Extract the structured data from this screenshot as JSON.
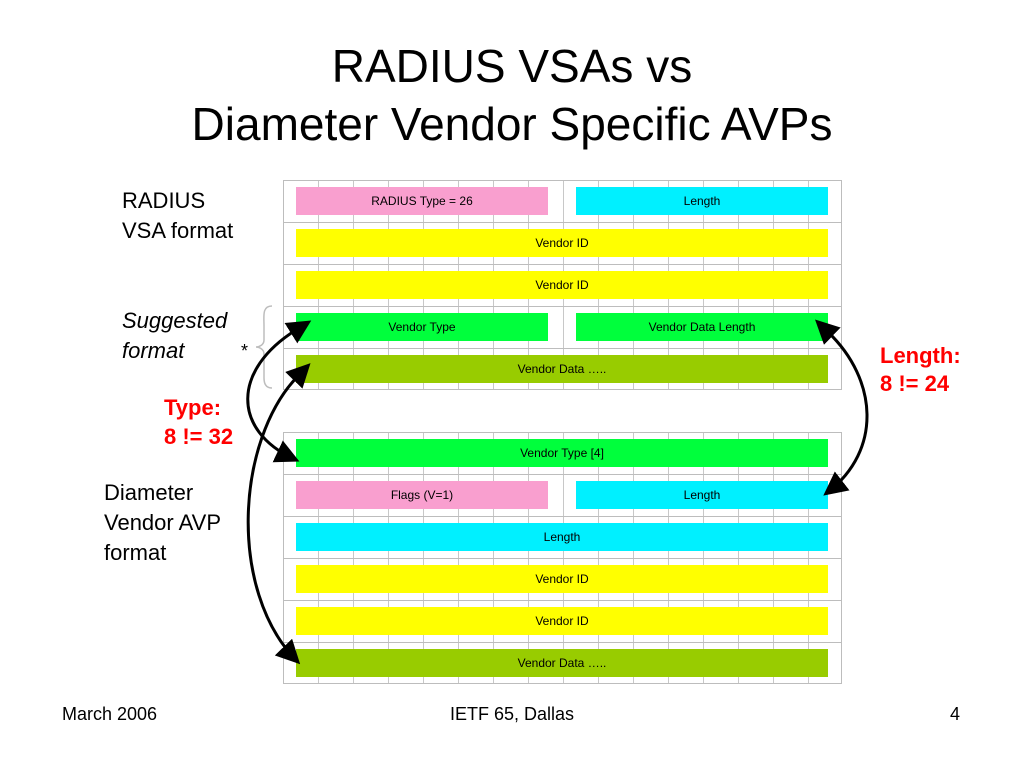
{
  "title": {
    "line1": "RADIUS VSAs vs",
    "line2": "Diameter Vendor Specific AVPs"
  },
  "labels": {
    "radius_line1": "RADIUS",
    "radius_line2": "VSA format",
    "suggested_line1": "Suggested",
    "suggested_line2": "format",
    "asterisk": "*",
    "diameter_line1": "Diameter",
    "diameter_line2": "Vendor AVP",
    "diameter_line3": "format"
  },
  "annotations": {
    "type_line1": "Type:",
    "type_line2": "8 != 32",
    "length_line1": "Length:",
    "length_line2": "8 != 24"
  },
  "radius_fields": {
    "type": "RADIUS Type = 26",
    "length": "Length",
    "vendor_id_1": "Vendor ID",
    "vendor_id_2": "Vendor ID",
    "vendor_type": "Vendor Type",
    "vendor_data_length": "Vendor Data Length",
    "vendor_data": "Vendor Data ….."
  },
  "diameter_fields": {
    "vendor_type": "Vendor Type [4]",
    "flags": "Flags (V=1)",
    "length_short": "Length",
    "length_full": "Length",
    "vendor_id_1": "Vendor ID",
    "vendor_id_2": "Vendor ID",
    "vendor_data": "Vendor Data ….."
  },
  "colors": {
    "pink": "#f99fcf",
    "cyan": "#00f0ff",
    "yellow": "#ffff00",
    "green": "#00ff3c",
    "olive": "#98cc00",
    "annotation_red": "#ff0000"
  },
  "footer": {
    "left": "March 2006",
    "center": "IETF 65, Dallas",
    "right": "4"
  }
}
